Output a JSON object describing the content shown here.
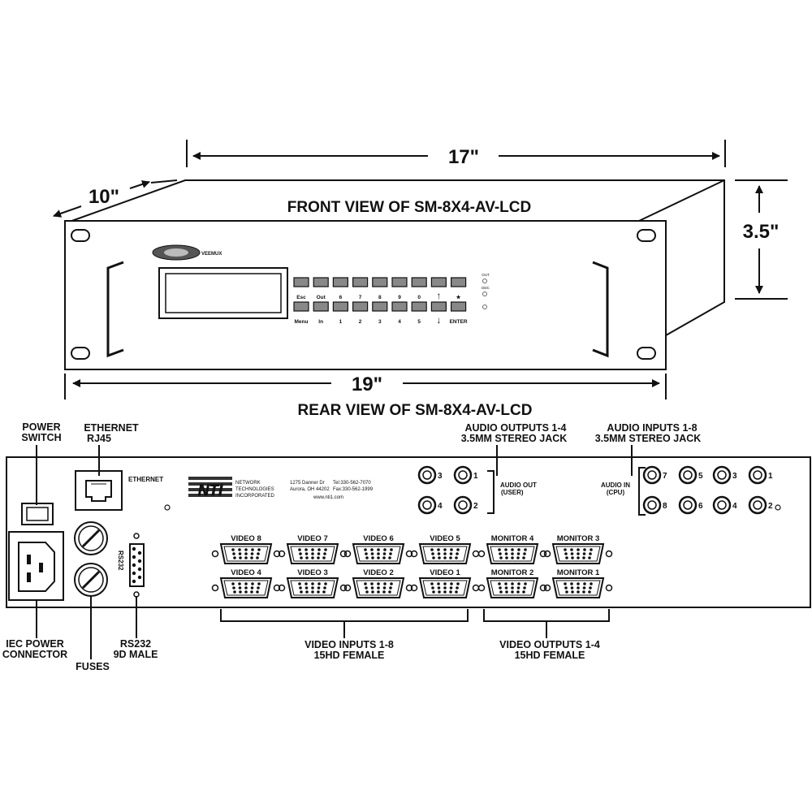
{
  "dimensions": {
    "width_top": "17\"",
    "depth": "10\"",
    "height": "3.5\"",
    "width_rack": "19\""
  },
  "front": {
    "title": "FRONT VIEW OF SM-8X4-AV-LCD",
    "logo": "VEEMUX",
    "keys_top": [
      "Esc",
      "Out",
      "6",
      "7",
      "8",
      "9",
      "0",
      "↑",
      "★"
    ],
    "keys_bottom": [
      "Menu",
      "In",
      "1",
      "2",
      "3",
      "4",
      "5",
      "↓",
      "ENTER"
    ],
    "leds": [
      "OUT",
      "DDC",
      ""
    ]
  },
  "rear": {
    "title": "REAR VIEW OF SM-8X4-AV-LCD",
    "callouts": {
      "power_switch": [
        "POWER",
        "SWITCH"
      ],
      "ethernet_rj45": [
        "ETHERNET",
        "RJ45"
      ],
      "audio_outputs": [
        "AUDIO OUTPUTS 1-4",
        "3.5MM  STEREO JACK"
      ],
      "audio_inputs": [
        "AUDIO INPUTS 1-8",
        "3.5MM  STEREO JACK"
      ],
      "iec_power": [
        "IEC POWER",
        "CONNECTOR"
      ],
      "fuses": "FUSES",
      "rs232": [
        "RS232",
        "9D MALE"
      ],
      "video_inputs": [
        "VIDEO INPUTS 1-8",
        "15HD FEMALE"
      ],
      "video_outputs": [
        "VIDEO OUTPUTS 1-4",
        "15HD FEMALE"
      ]
    },
    "panel_labels": {
      "ethernet": "ETHERNET",
      "rs232_vertical": "RS232",
      "audio_out": [
        "AUDIO OUT",
        "(USER)"
      ],
      "audio_in": [
        "AUDIO IN",
        "(CPU)"
      ]
    },
    "company": {
      "logo": "NTI",
      "name": [
        "NETWORK",
        "TECHNOLOGIES",
        "INCORPORATED"
      ],
      "address": [
        "1275 Danner Dr",
        "Aurora, OH 44202"
      ],
      "phone": [
        "Tel:330-562-7070",
        "Fax:330-562-1999"
      ],
      "web": "www.nti1.com"
    },
    "audio_out_jacks": {
      "top": [
        "3",
        "1"
      ],
      "bottom": [
        "4",
        "2"
      ]
    },
    "audio_in_jacks": {
      "top": [
        "7",
        "5",
        "3",
        "1"
      ],
      "bottom": [
        "8",
        "6",
        "4",
        "2"
      ]
    },
    "vga_top": [
      "VIDEO 8",
      "VIDEO 7",
      "VIDEO 6",
      "VIDEO 5",
      "MONITOR 4",
      "MONITOR 3"
    ],
    "vga_bottom": [
      "VIDEO 4",
      "VIDEO 3",
      "VIDEO 2",
      "VIDEO 1",
      "MONITOR 2",
      "MONITOR 1"
    ]
  },
  "colors": {
    "ink": "#111111",
    "paper": "#ffffff",
    "panel_fill": "#ffffff"
  }
}
